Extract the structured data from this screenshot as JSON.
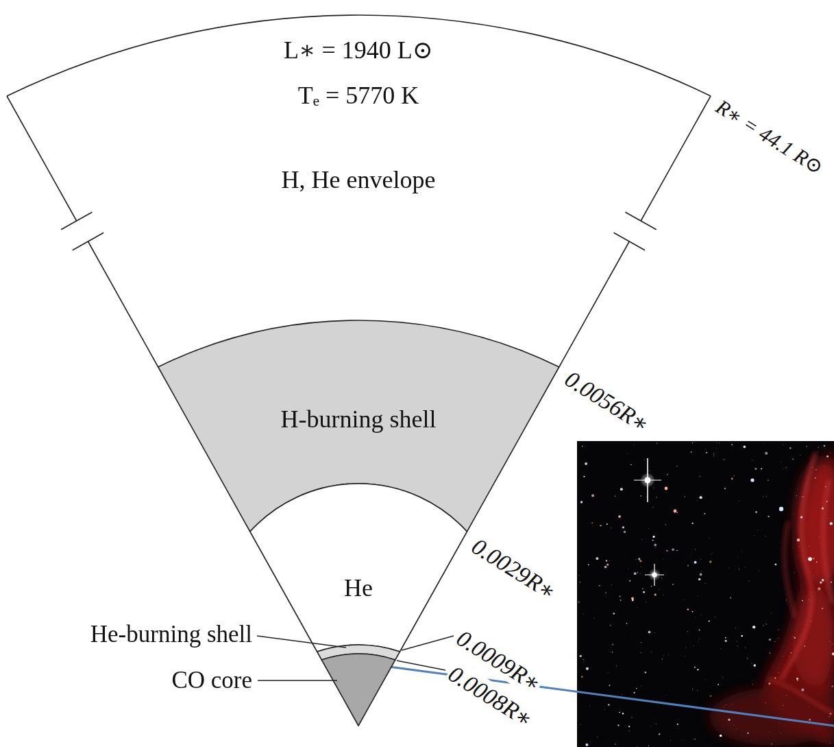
{
  "diagram": {
    "nodes": [
      {
        "text": [
          "L∗ = 1940 L⊙",
          "Tₑ = 5770 K",
          "H, He envelope"
        ]
      },
      {
        "text": [
          "H-burning shell"
        ]
      },
      {
        "text": [
          "He"
        ]
      },
      {
        "text": [
          "He-burning shell"
        ]
      },
      {
        "text": [
          "CO core"
        ]
      }
    ],
    "labels": [
      "R∗ = 44.1 R⊙",
      "0.0056R∗",
      "0.0029R∗",
      "0.0009R∗",
      "0.0008R∗"
    ]
  }
}
